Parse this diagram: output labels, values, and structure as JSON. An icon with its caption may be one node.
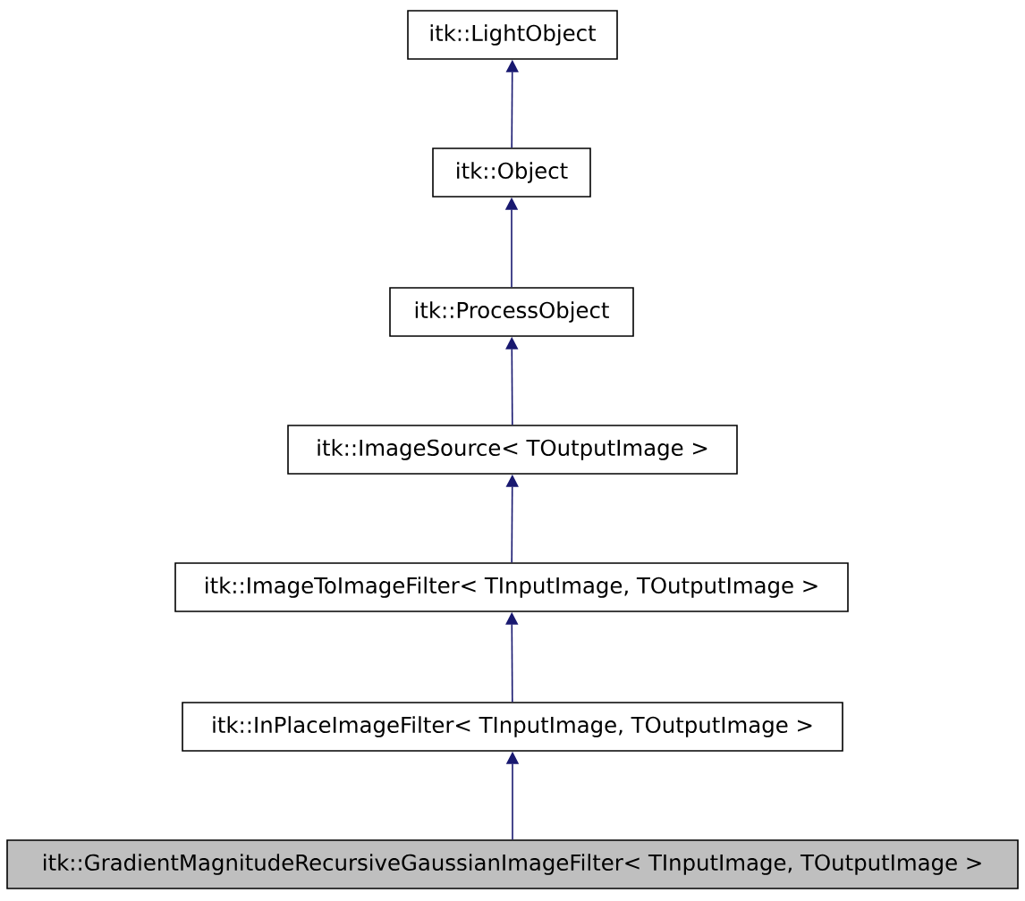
{
  "diagram": {
    "nodes": [
      {
        "text": [
          "itk::LightObject"
        ]
      },
      {
        "text": [
          "itk::Object"
        ]
      },
      {
        "text": [
          "itk::ProcessObject"
        ]
      },
      {
        "text": [
          "itk::ImageSource< TOutputImage >"
        ]
      },
      {
        "text": [
          "itk::ImageToImageFilter< TInputImage, TOutputImage >"
        ]
      },
      {
        "text": [
          "itk::InPlaceImageFilter< TInputImage, TOutputImage >"
        ]
      },
      {
        "text": [
          "itk::GradientMagnitudeRecursiveGaussianImageFilter< TInputImage, TOutputImage >"
        ]
      }
    ],
    "edges": [
      {
        "from": 1,
        "to": 0,
        "arrow": "to"
      },
      {
        "from": 2,
        "to": 1,
        "arrow": "to"
      },
      {
        "from": 3,
        "to": 2,
        "arrow": "to"
      },
      {
        "from": 4,
        "to": 3,
        "arrow": "to"
      },
      {
        "from": 5,
        "to": 4,
        "arrow": "to"
      },
      {
        "from": 6,
        "to": 5,
        "arrow": "to"
      }
    ]
  }
}
